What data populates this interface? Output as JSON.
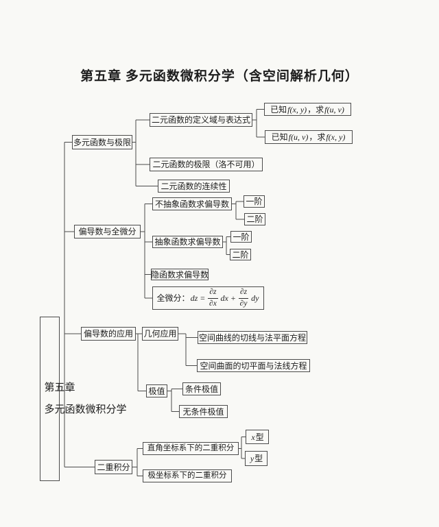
{
  "title": "第五章 多元函数微积分学（含空间解析几何）",
  "colors": {
    "line": "#4a4a4a",
    "text": "#1d1d1d",
    "background": "#f9f9f6"
  },
  "root": {
    "lines": [
      "第五章",
      "多元函数微积分学"
    ]
  },
  "branches": [
    {
      "label": "多元函数与极限",
      "children": [
        {
          "label": "二元函数的定义域与表达式",
          "children": [
            {
              "parts": [
                "已知",
                "f(x, y)",
                "，求",
                "f(u, v)"
              ]
            },
            {
              "parts": [
                "已知",
                "f(u, v)",
                "，求",
                "f(x, y)"
              ]
            }
          ]
        },
        {
          "label": "二元函数的极限（洛不可用）"
        },
        {
          "label": "二元函数的连续性"
        }
      ]
    },
    {
      "label": "偏导数与全微分",
      "children": [
        {
          "label": "不抽象函数求偏导数",
          "children": [
            {
              "label": "一阶"
            },
            {
              "label": "二阶"
            }
          ]
        },
        {
          "label": "抽象函数求偏导数",
          "children": [
            {
              "label": "一阶"
            },
            {
              "label": "二阶"
            }
          ]
        },
        {
          "label": "隐函数求偏导数"
        },
        {
          "formula": {
            "label_cn": "全微分：",
            "eq": "dz =",
            "num1": "∂z",
            "den1": "∂x",
            "mid": "dx +",
            "num2": "∂z",
            "den2": "∂y",
            "tail": "dy"
          }
        }
      ]
    },
    {
      "label": "偏导数的应用",
      "children": [
        {
          "label": "几何应用",
          "children": [
            {
              "label": "空间曲线的切线与法平面方程"
            },
            {
              "label": "空间曲面的切平面与法线方程"
            }
          ]
        },
        {
          "label": "极值",
          "children": [
            {
              "label": "条件极值"
            },
            {
              "label": "无条件极值"
            }
          ]
        }
      ]
    },
    {
      "label": "二重积分",
      "children": [
        {
          "label": "直角坐标系下的二重积分",
          "children": [
            {
              "parts": [
                "x",
                "型"
              ]
            },
            {
              "parts": [
                "y",
                "型"
              ]
            }
          ]
        },
        {
          "label": "极坐标系下的二重积分"
        }
      ]
    }
  ]
}
